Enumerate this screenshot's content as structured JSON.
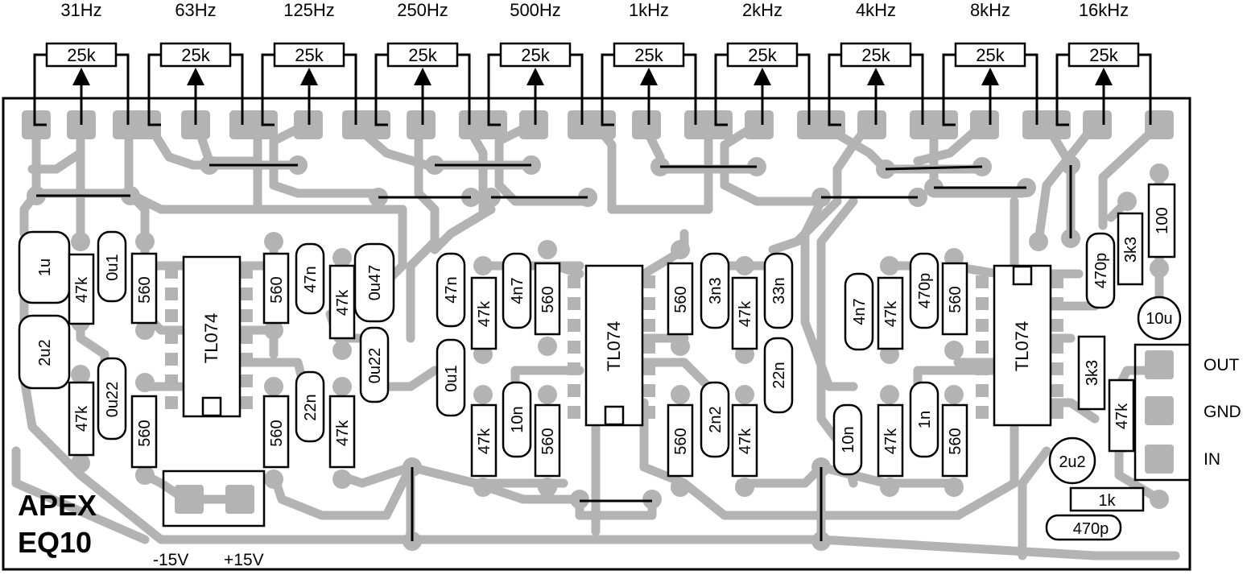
{
  "board": {
    "title_line1": "APEX",
    "title_line2": "EQ10",
    "supply_neg": "-15V",
    "supply_pos": "+15V"
  },
  "bands": [
    "31Hz",
    "63Hz",
    "125Hz",
    "250Hz",
    "500Hz",
    "1kHz",
    "2kHz",
    "4kHz",
    "8kHz",
    "16kHz"
  ],
  "pots": [
    "25k",
    "25k",
    "25k",
    "25k",
    "25k",
    "25k",
    "25k",
    "25k",
    "25k",
    "25k"
  ],
  "ics": [
    "TL074",
    "TL074",
    "TL074"
  ],
  "connector": [
    "OUT",
    "GND",
    "IN"
  ],
  "components": {
    "g1": [
      "1u",
      "47k",
      "0u1",
      "560",
      "2u2",
      "47k",
      "0u22",
      "560"
    ],
    "g2": [
      "560",
      "47n",
      "47k",
      "0u47",
      "0u22",
      "560",
      "22n",
      "47k"
    ],
    "g3": [
      "47n",
      "47k",
      "4n7",
      "560",
      "0u1",
      "47k",
      "10n",
      "560"
    ],
    "g4": [
      "560",
      "3n3",
      "47k",
      "33n",
      "22n",
      "560",
      "2n2",
      "47k"
    ],
    "g5": [
      "4n7",
      "47k",
      "470p",
      "560",
      "10n",
      "47k",
      "1n",
      "560"
    ],
    "g6": [
      "470p",
      "3k3",
      "100",
      "10u",
      "3k3",
      "47k",
      "2u2",
      "1k",
      "470p"
    ]
  }
}
